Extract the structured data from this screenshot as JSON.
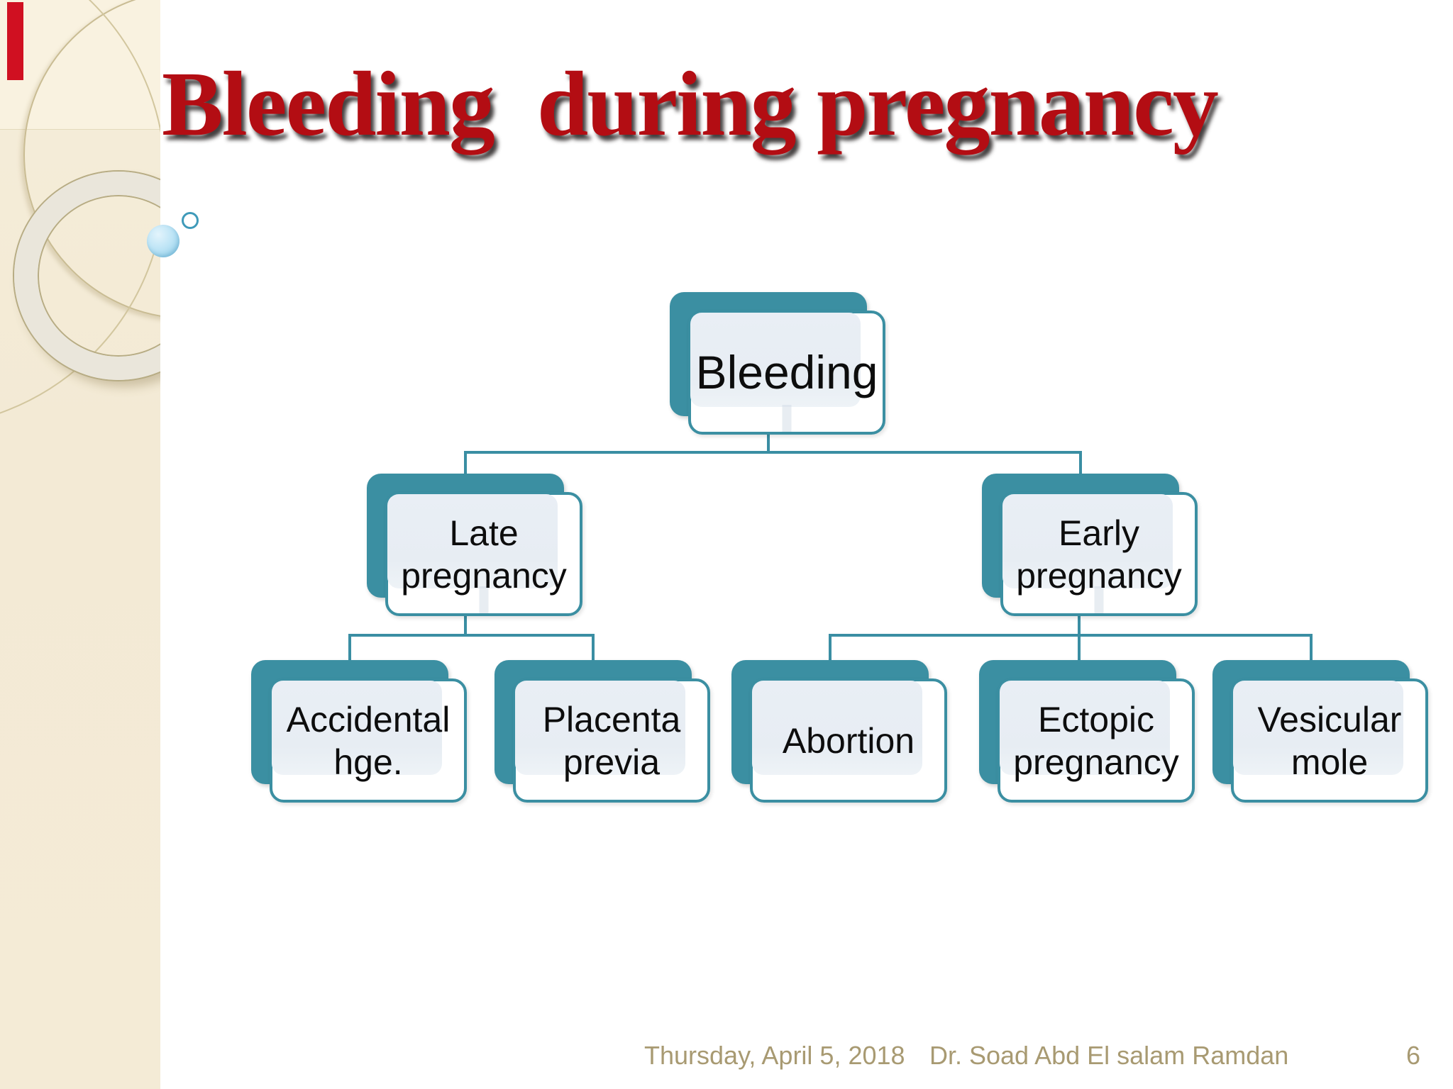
{
  "slide": {
    "title": "Bleeding  during pregnancy",
    "colors": {
      "accent_teal": "#3b8fa2",
      "node_panel": "#e9eef5",
      "title_red": "#b30d13",
      "sidebar_cream": "#f3ead5",
      "footer_tan": "#a89a72",
      "red_accent_bar": "#d01021"
    }
  },
  "diagram": {
    "type": "hierarchy",
    "nodes": [
      {
        "id": "bleeding",
        "label": "Bleeding",
        "level": 1,
        "parent": null
      },
      {
        "id": "late-pregnancy",
        "label": "Late pregnancy",
        "level": 2,
        "parent": "bleeding"
      },
      {
        "id": "early-pregnancy",
        "label": "Early pregnancy",
        "level": 2,
        "parent": "bleeding"
      },
      {
        "id": "accidental-hge",
        "label": "Accidental hge.",
        "level": 3,
        "parent": "late-pregnancy"
      },
      {
        "id": "placenta-previa",
        "label": "Placenta previa",
        "level": 3,
        "parent": "late-pregnancy"
      },
      {
        "id": "abortion",
        "label": "Abortion",
        "level": 3,
        "parent": "early-pregnancy"
      },
      {
        "id": "ectopic-pregnancy",
        "label": "Ectopic pregnancy",
        "level": 3,
        "parent": "early-pregnancy"
      },
      {
        "id": "vesicular-mole",
        "label": "Vesicular mole",
        "level": 3,
        "parent": "early-pregnancy"
      }
    ]
  },
  "footer": {
    "date": "Thursday, April 5, 2018",
    "author": "Dr. Soad Abd El salam Ramdan",
    "page": "6"
  }
}
